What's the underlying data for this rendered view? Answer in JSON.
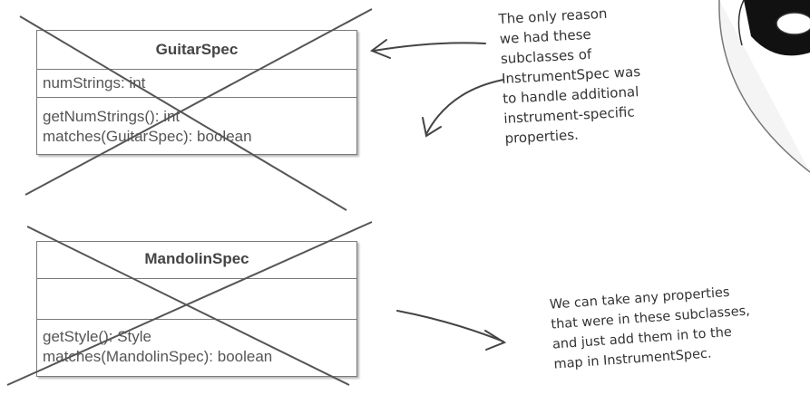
{
  "guitar_spec": {
    "class_name": "GuitarSpec",
    "attributes": [
      "numStrings: int"
    ],
    "methods": [
      "getNumStrings(): int",
      "matches(GuitarSpec): boolean"
    ]
  },
  "mandolin_spec": {
    "class_name": "MandolinSpec",
    "attributes": [],
    "methods": [
      "getStyle(): Style",
      "matches(MandolinSpec): boolean"
    ]
  },
  "notes": {
    "top": "The only reason\nwe had these\nsubclasses of\nInstrumentSpec was\nto handle additional\ninstrument-specific\nproperties.",
    "bottom": "We can take any properties\nthat were in these subclasses,\nand just add them in to the\nmap in InstrumentSpec."
  },
  "colors": {
    "ink": "#333333",
    "box_border": "#7a7a7a"
  }
}
